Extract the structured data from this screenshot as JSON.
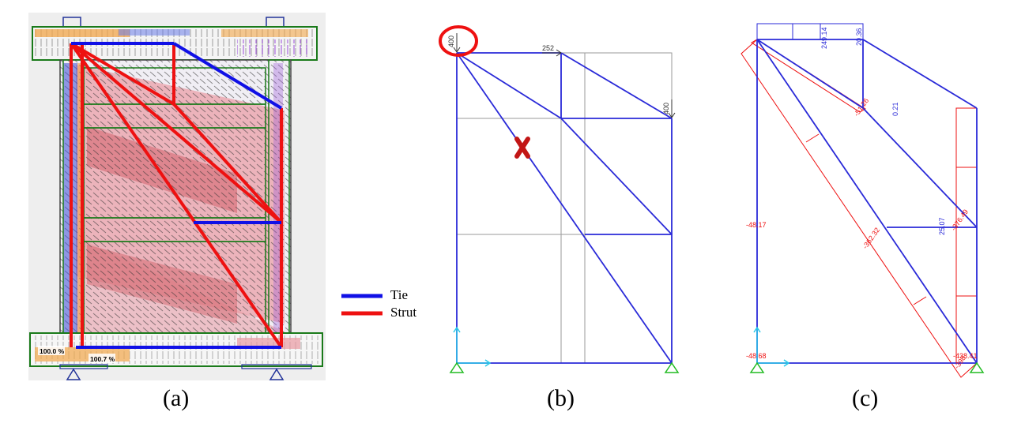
{
  "legend": {
    "tie": "Tie",
    "strut": "Strut"
  },
  "colors": {
    "tie": "#1010e6",
    "strut": "#ee1111",
    "frame": "#2a2ad8",
    "grid": "#9a9a9a",
    "support": "#22bb22",
    "marker": "#d01818"
  },
  "panel_a": {
    "caption": "(a)",
    "labels": {
      "reaction_left": "100.0 %",
      "reaction_right": "100.7 %"
    }
  },
  "panel_b": {
    "caption": "(b)",
    "loads": {
      "top_left": "400",
      "top_mid": "252",
      "right": "400"
    }
  },
  "panel_c": {
    "caption": "(c)",
    "forces": {
      "top_1": "249.14",
      "top_2": "20.36",
      "diag_top": "-51.26",
      "vert_mid": "0.21",
      "strut_mid": "-362.32",
      "vert_low": "25.07",
      "right_mid": "-376.49",
      "left_mid": "-48.17",
      "left_bottom": "-48.68",
      "right_bottom": "-438.41",
      "right_bottom_2": "-398"
    }
  }
}
